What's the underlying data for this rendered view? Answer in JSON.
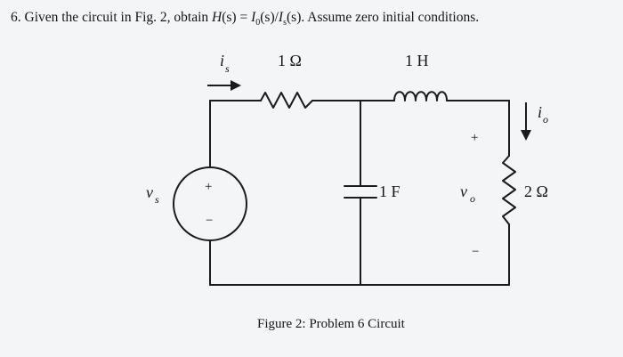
{
  "problem": {
    "number": "6.",
    "text_a": "Given the circuit in Fig. 2, obtain",
    "eq_H": "H",
    "eq_s1": "(s) =",
    "eq_I": "I",
    "eq_sub0": "0",
    "eq_s2": "(s)/",
    "eq_I2": "I",
    "eq_subs": "s",
    "eq_s3": "(s).",
    "text_b": "Assume zero initial conditions."
  },
  "diagram": {
    "source_label_main": "v",
    "source_label_sub": "s",
    "source_plus": "+",
    "source_minus": "−",
    "current_label_main": "i",
    "current_label_sub": "s",
    "resistor1_label": "1 Ω",
    "inductor_label": "1 H",
    "capacitor_label": "1 F",
    "vo_label_main": "v",
    "vo_label_sub": "o",
    "vo_plus": "+",
    "vo_minus": "−",
    "io_label_main": "i",
    "io_label_sub": "o",
    "resistor2_label": "2 Ω"
  },
  "caption": "Figure 2: Problem 6 Circuit"
}
